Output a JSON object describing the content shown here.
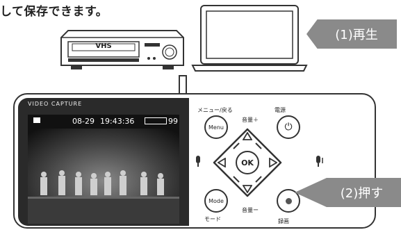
{
  "caption": "して保存できます。",
  "callouts": {
    "playback": "(1)再生",
    "press": "(2)押す"
  },
  "vcr": {
    "label": "VHS"
  },
  "device": {
    "brand": "VIDEO CAPTURE",
    "status": {
      "date": "08-29",
      "time": "19:43:36",
      "count": "99"
    },
    "buttons": {
      "menu_label": "Menu",
      "menu_caption": "メニュー/戻る",
      "power_caption": "電源",
      "vol_up": "音量＋",
      "vol_down": "音量ー",
      "ok": "OK",
      "mode_label": "Mode",
      "mode_caption": "モード",
      "record_caption": "録画"
    }
  },
  "colors": {
    "callout": "#8a8a8a",
    "outline": "#333333"
  }
}
